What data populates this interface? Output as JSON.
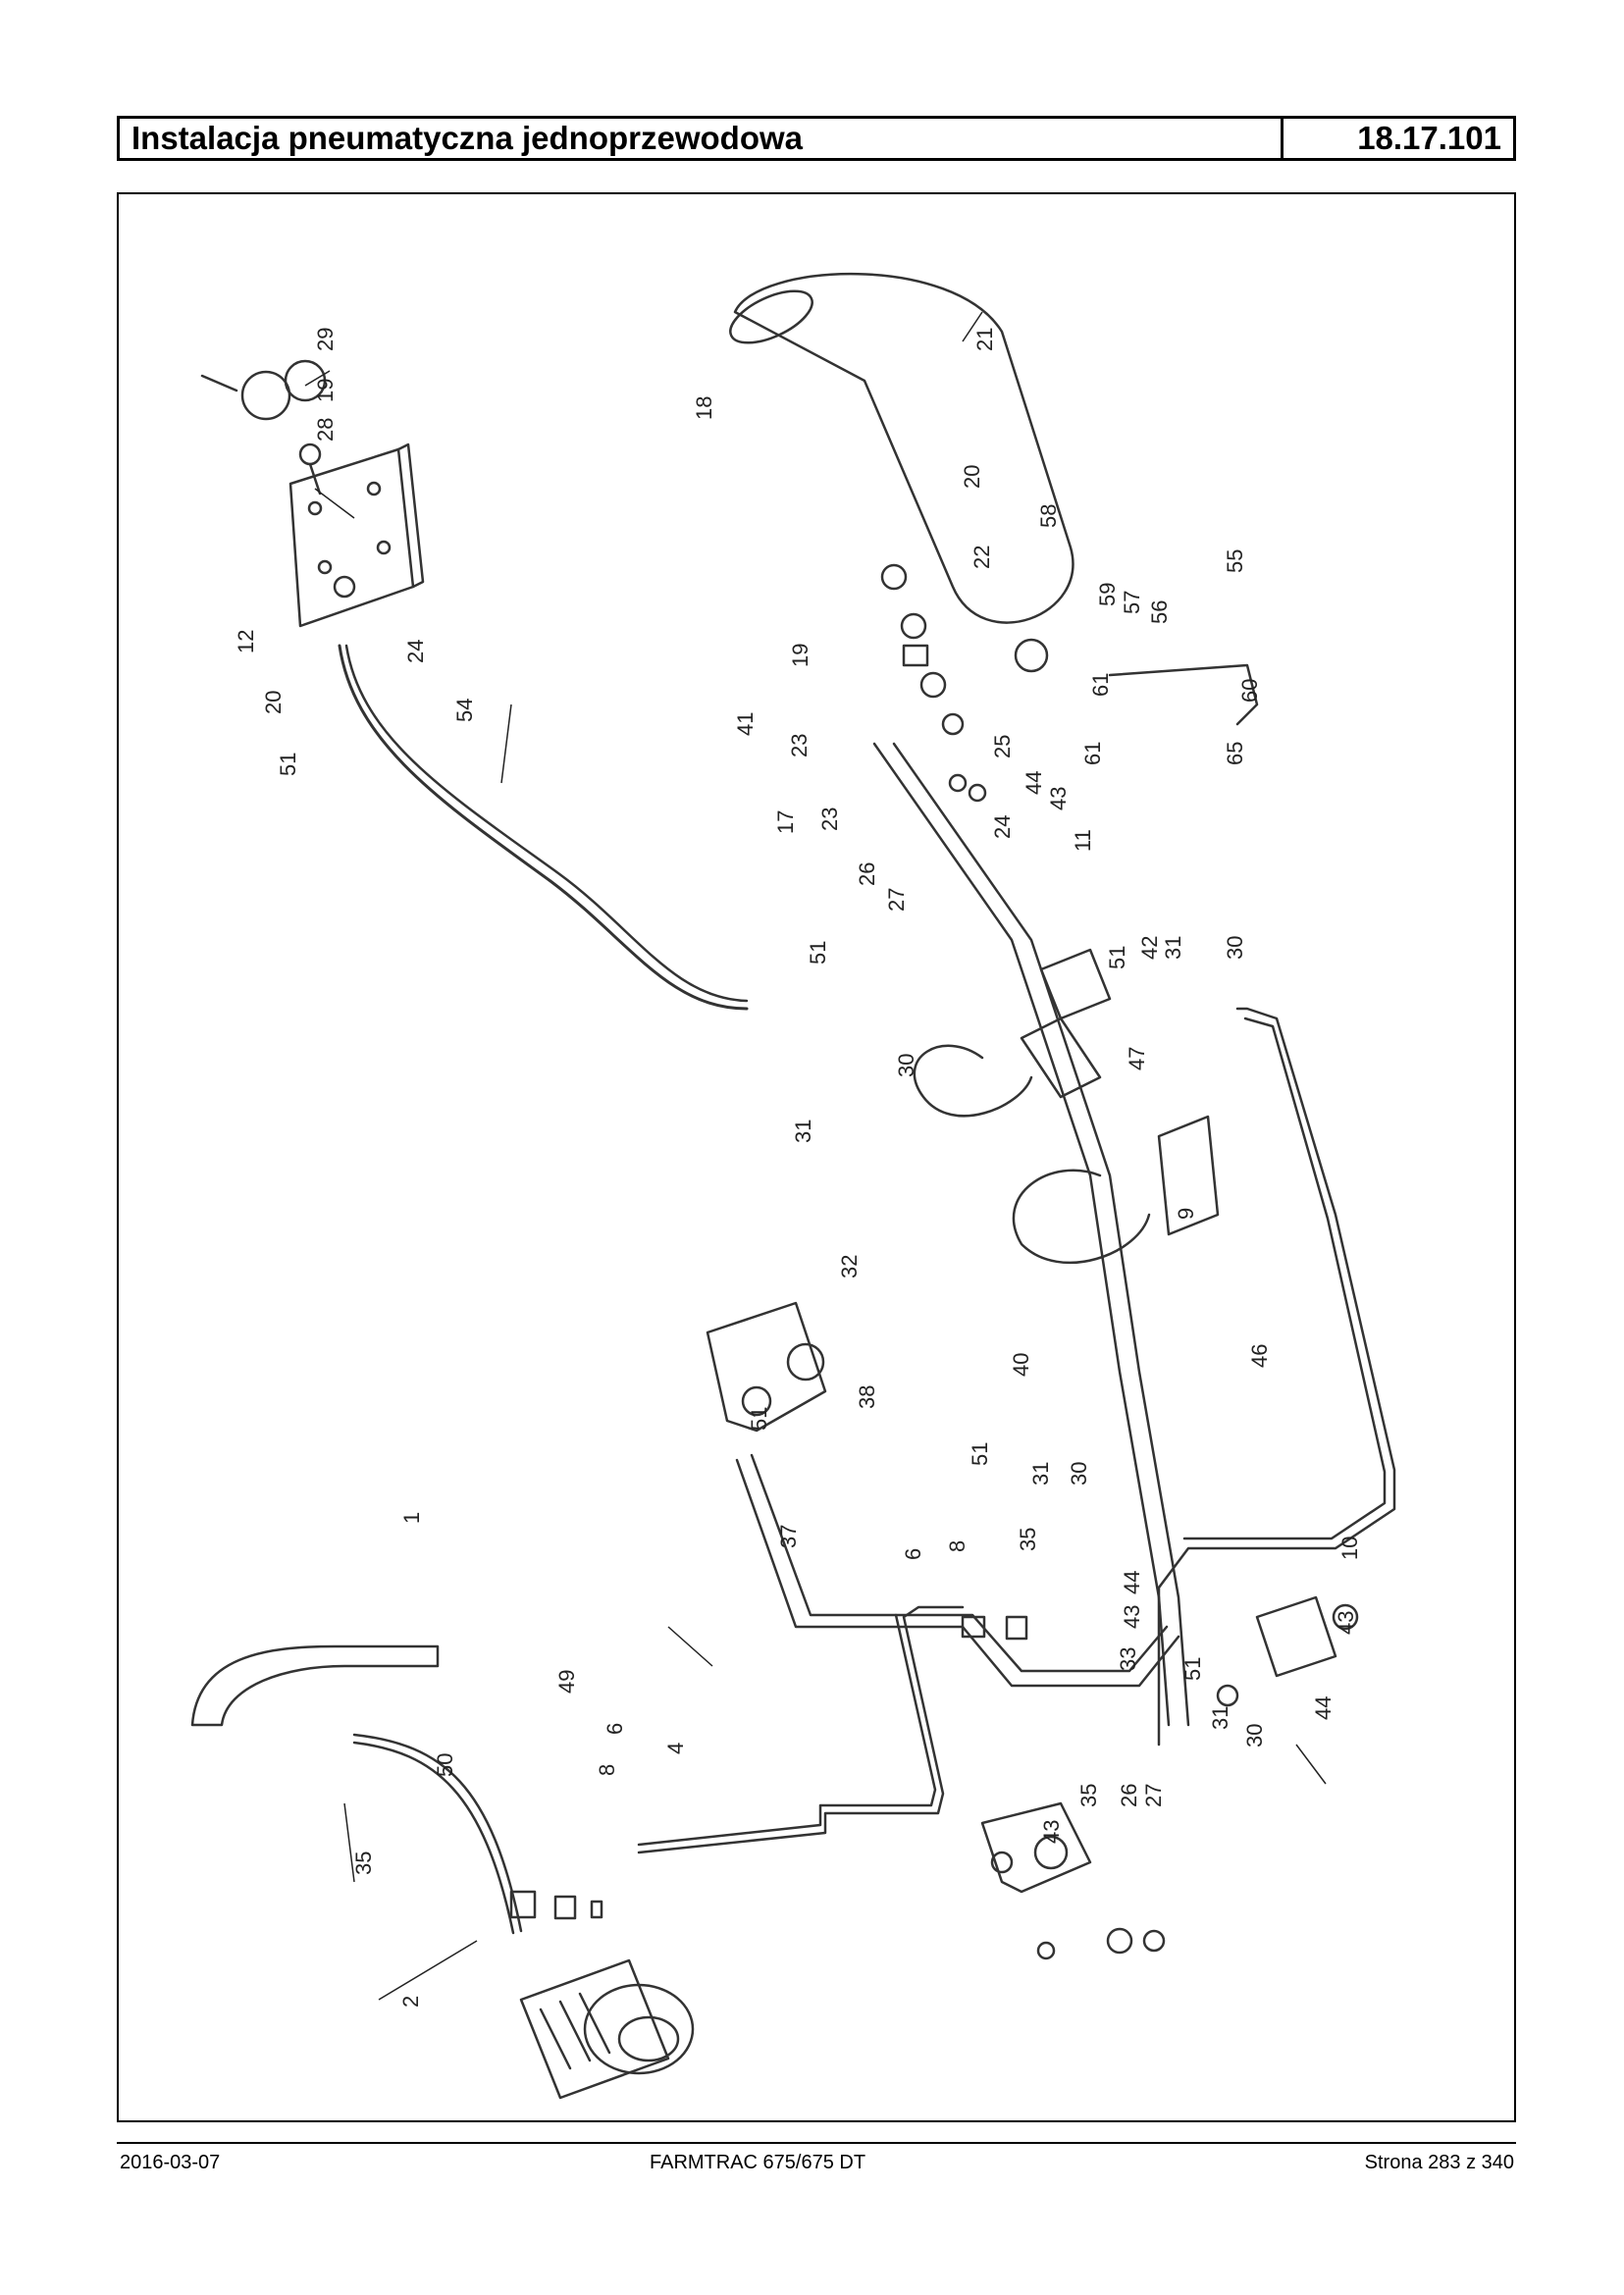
{
  "header": {
    "title": "Instalacja pneumatyczna jednoprzewodowa",
    "code": "18.17.101"
  },
  "footer": {
    "date": "2016-03-07",
    "model": "FARMTRAC 675/675 DT",
    "page": "Strona 283 z 340"
  },
  "diagram": {
    "callouts": [
      "29",
      "19",
      "28",
      "12",
      "20",
      "51",
      "24",
      "54",
      "18",
      "21",
      "20",
      "22",
      "19",
      "41",
      "23",
      "17",
      "23",
      "26",
      "27",
      "25",
      "24",
      "58",
      "59",
      "57",
      "56",
      "55",
      "61",
      "60",
      "61",
      "65",
      "44",
      "43",
      "11",
      "51",
      "31",
      "30",
      "51",
      "42",
      "31",
      "30",
      "47",
      "9",
      "32",
      "51",
      "38",
      "40",
      "37",
      "51",
      "31",
      "30",
      "46",
      "10",
      "43",
      "51",
      "31",
      "30",
      "44",
      "1",
      "49",
      "50",
      "8",
      "6",
      "4",
      "35",
      "2",
      "6",
      "8",
      "35",
      "44",
      "43",
      "33",
      "35",
      "26",
      "27",
      "43"
    ]
  }
}
